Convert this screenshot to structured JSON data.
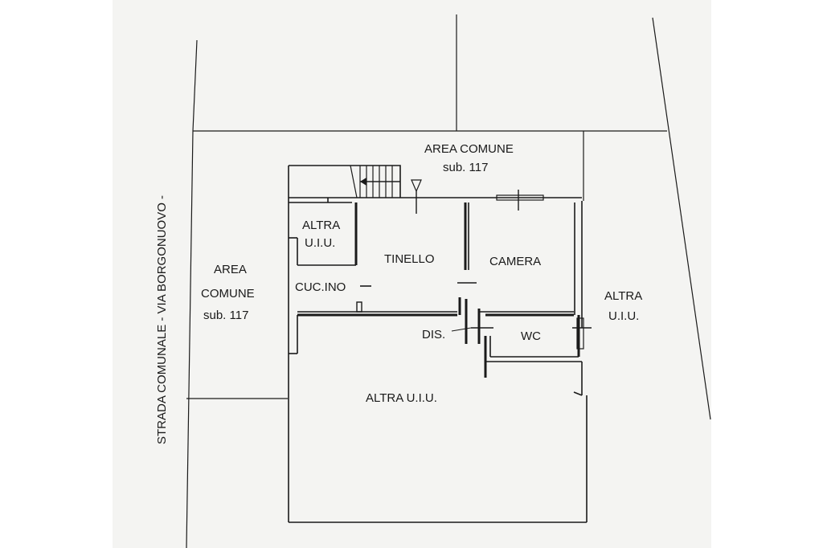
{
  "plan": {
    "street_label": "STRADA COMUNALE - VIA BORGONUOVO -",
    "top_area": {
      "line1": "AREA COMUNE",
      "line2": "sub. 117"
    },
    "left_area": {
      "line1": "AREA",
      "line2": "COMUNE",
      "line3": "sub. 117"
    },
    "altra_small": {
      "line1": "ALTRA",
      "line2": "U.I.U."
    },
    "right_altra": {
      "line1": "ALTRA",
      "line2": "U.I.U."
    },
    "rooms": {
      "tinello": "TINELLO",
      "camera": "CAMERA",
      "cucino": "CUC.INO",
      "dis": "DIS.",
      "wc": "WC"
    },
    "bottom_altra": "ALTRA U.I.U."
  }
}
